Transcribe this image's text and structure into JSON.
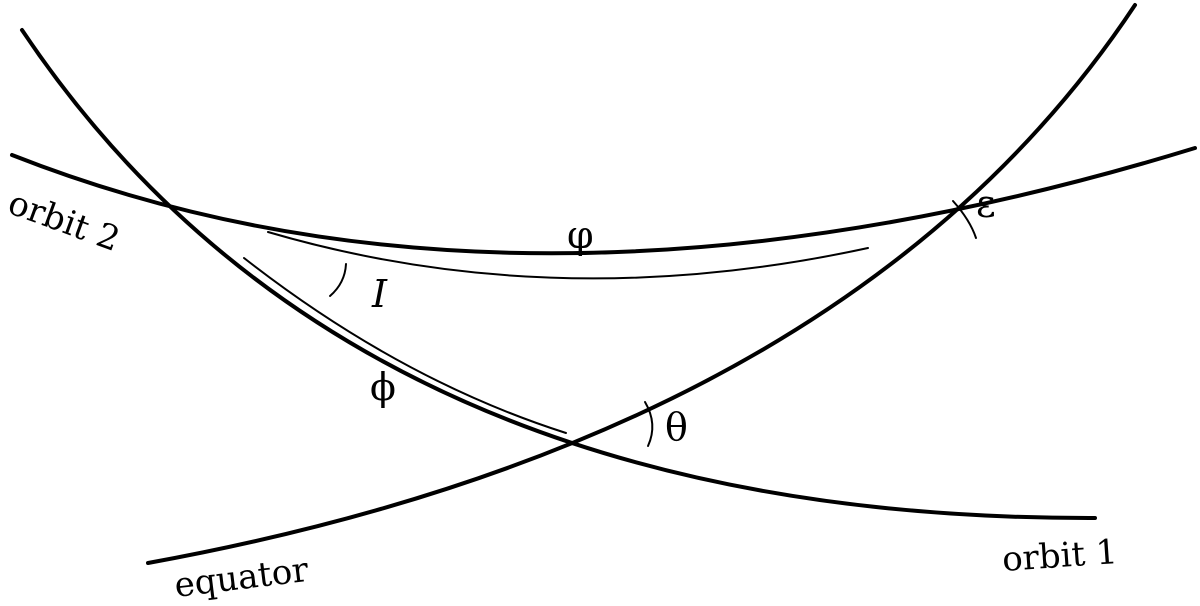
{
  "labels": {
    "orbit1": "orbit 1",
    "orbit2": "orbit 2",
    "equator": "equator"
  },
  "angles": {
    "phi_arc": "φ",
    "phi_segment": "ϕ",
    "inclination": "I",
    "theta": "θ",
    "epsilon": "ε"
  }
}
